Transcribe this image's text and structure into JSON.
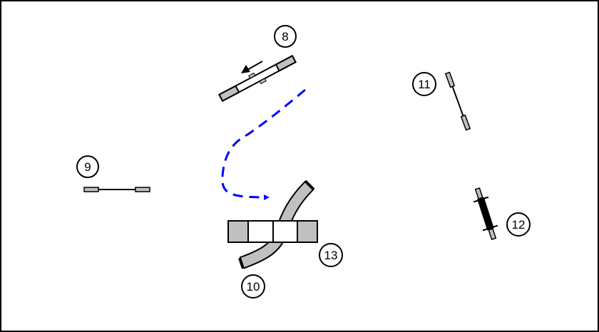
{
  "course": {
    "colors": {
      "obstacle_fill": "#c0c0c0",
      "path": "#0000ff",
      "outline": "#000000"
    },
    "obstacles": [
      {
        "number": "8",
        "type": "teeter"
      },
      {
        "number": "9",
        "type": "jump"
      },
      {
        "number": "10",
        "type": "tunnel"
      },
      {
        "number": "11",
        "type": "jump"
      },
      {
        "number": "12",
        "type": "tire"
      },
      {
        "number": "13",
        "type": "panel-jump"
      }
    ]
  }
}
